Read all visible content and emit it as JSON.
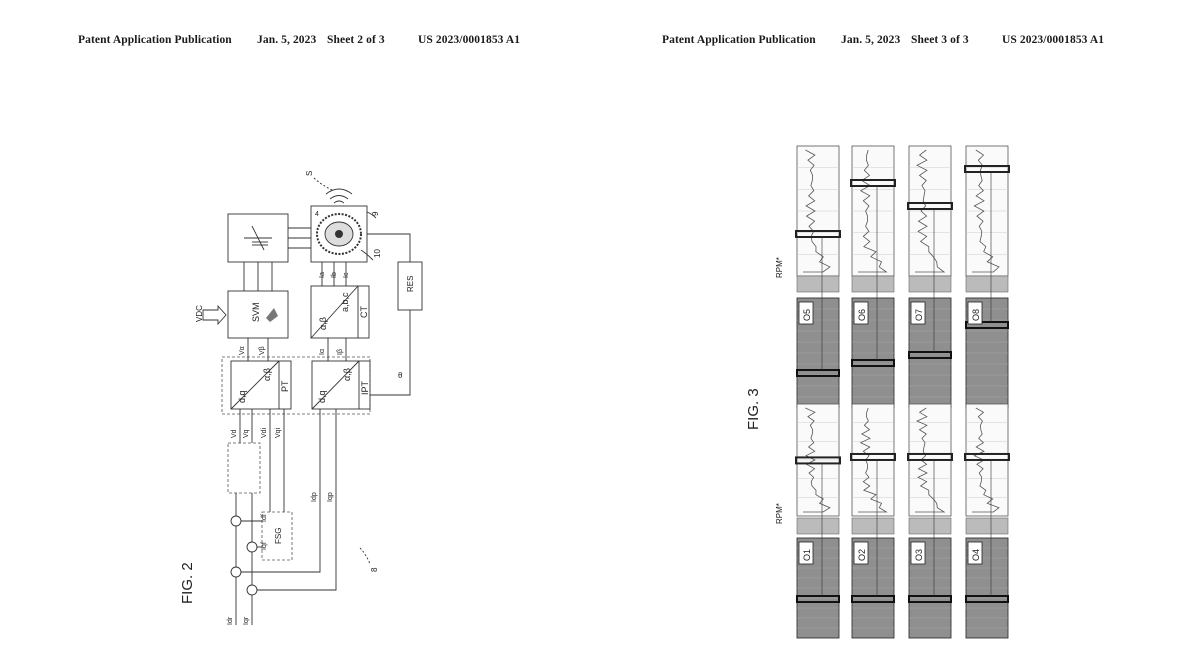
{
  "sheets": [
    {
      "publication": "Patent Application Publication",
      "date": "Jan. 5, 2023",
      "sheet": "Sheet 2 of 3",
      "number": "US 2023/0001853 A1",
      "figure_label": "FIG. 2",
      "blocks": {
        "svm": "SVM",
        "pt": "PT",
        "ipt": "IPT",
        "ct": "CT",
        "res": "RES",
        "fsg": "FSG"
      },
      "signals": {
        "vdc": "VDC",
        "va": "Vα",
        "vb": "Vβ",
        "ia": "Iα",
        "ib": "Iβ",
        "vd": "Vd",
        "vq": "Vq",
        "vdi": "Vdi",
        "vqi": "Vqi",
        "idr": "Idr",
        "iqr": "Iqr",
        "idf": "Idf",
        "iqf": "Iqf",
        "idp": "Idp",
        "iqp": "Iqp",
        "theta": "θ",
        "ia3": "Ia",
        "ib3": "Ib",
        "ic3": "Ic"
      },
      "block_labels": {
        "dq": "d,q",
        "ab": "α,β",
        "abc": "a,b,c"
      },
      "refs": {
        "s": "S",
        "r9": "9",
        "r10": "10",
        "r8": "8"
      }
    },
    {
      "publication": "Patent Application Publication",
      "date": "Jan. 5, 2023",
      "sheet": "Sheet 3 of 3",
      "number": "US 2023/0001853 A1",
      "figure_label": "FIG. 3",
      "rpm_labels": [
        "RPM*",
        "RPM*"
      ],
      "panels_lower": [
        "O1",
        "O2",
        "O3",
        "O4"
      ],
      "panels_upper": [
        "O5",
        "O6",
        "O7",
        "O8"
      ]
    }
  ]
}
